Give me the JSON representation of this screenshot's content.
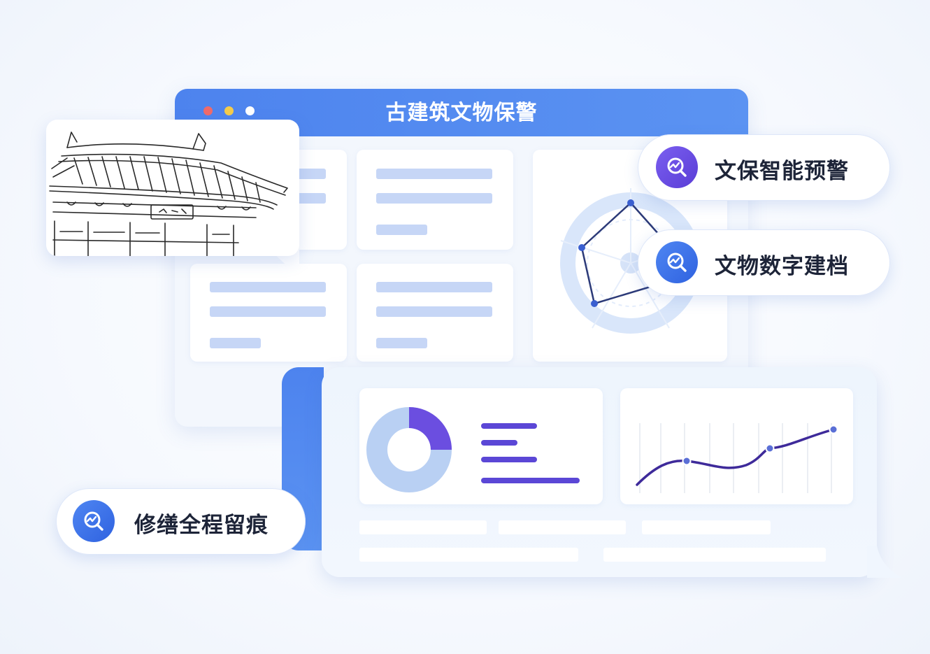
{
  "window": {
    "title": "古建筑文物保警",
    "dot_colors": [
      "#f06a6a",
      "#f5cc4a",
      "#ffffff"
    ]
  },
  "features": [
    {
      "label": "文保智能预警",
      "icon": "search-trend-icon",
      "color": "#6b4ee0"
    },
    {
      "label": "文物数字建档",
      "icon": "search-trend-icon",
      "color": "#3366e6"
    },
    {
      "label": "修缮全程留痕",
      "icon": "search-trend-icon",
      "color": "#3366e6"
    }
  ],
  "colors": {
    "brand_blue": "#4d83ee",
    "accent_purple": "#6b4ee0",
    "line_purple": "#3e2a9a",
    "bar_blue": "#c6d6f6",
    "donut_light": "#b9d0f3"
  }
}
